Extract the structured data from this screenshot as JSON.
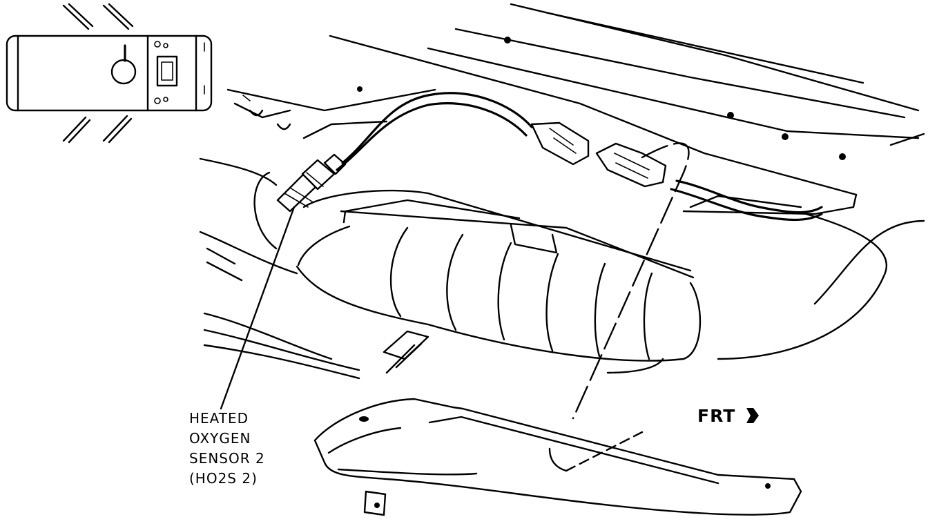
{
  "callout": {
    "line1": "HEATED",
    "line2": "OXYGEN",
    "line3": "SENSOR 2",
    "line4": "(HO2S 2)"
  },
  "direction": {
    "label": "FRT",
    "icon": "arrow-right-icon"
  },
  "colors": {
    "ink": "#000000",
    "paper": "#ffffff"
  }
}
